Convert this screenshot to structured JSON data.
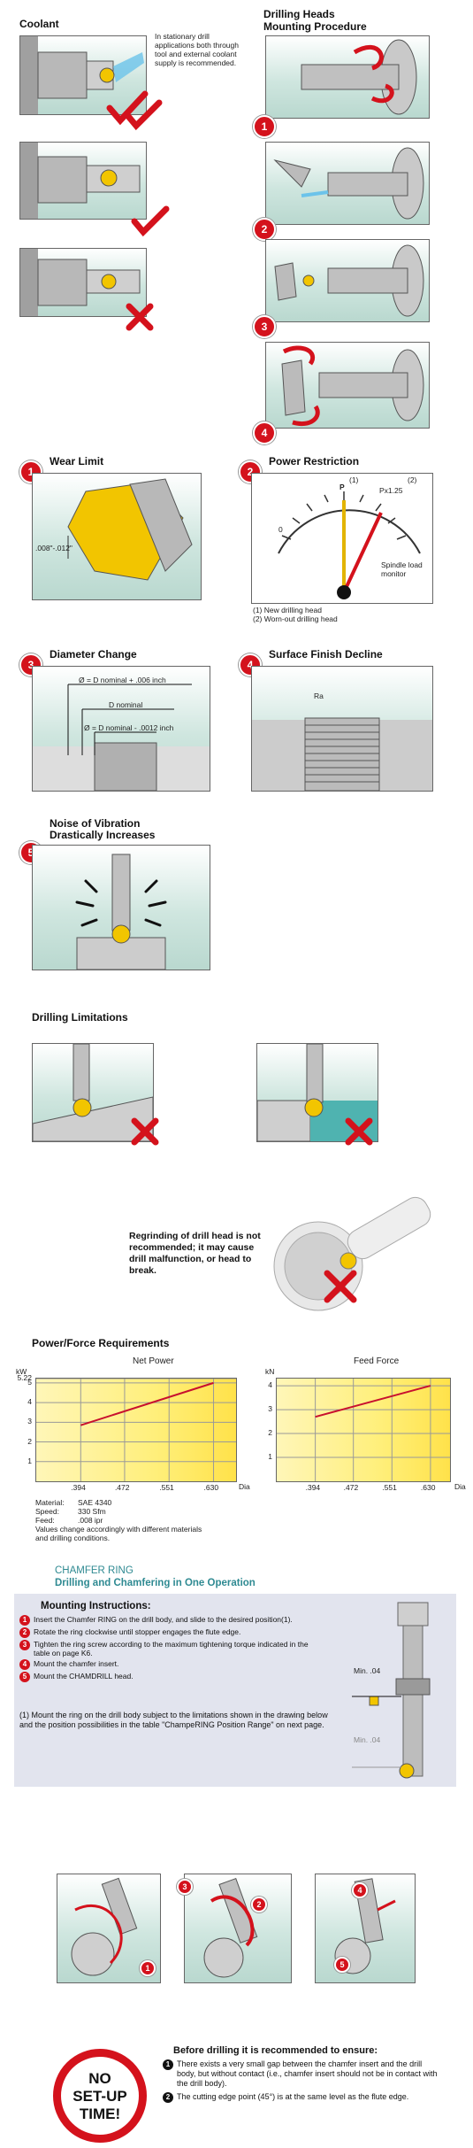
{
  "coolant": {
    "title": "Coolant",
    "note": "In stationary drill applications both through tool and external coolant supply is recommended."
  },
  "mounting": {
    "title_line1": "Drilling Heads",
    "title_line2": "Mounting Procedure",
    "steps": [
      "1",
      "2",
      "3",
      "4"
    ]
  },
  "wear": {
    "num": "1",
    "title": "Wear Limit",
    "dim": ".008\"-.012\""
  },
  "power": {
    "num": "2",
    "title": "Power Restriction",
    "gauge_zero": "0",
    "gauge_p": "P",
    "gauge_mark1": "(1)",
    "gauge_mark2": "(2)",
    "gauge_px": "Px1.25",
    "monitor_label": "Spindle load monitor",
    "legend1": "(1) New drilling head",
    "legend2": "(2) Worn-out drilling head"
  },
  "diameter": {
    "num": "3",
    "title": "Diameter Change",
    "line1": "Ø = D nominal + .006 inch",
    "line2": "D nominal",
    "line3": "Ø = D nominal - .0012 inch"
  },
  "surface": {
    "num": "4",
    "title": "Surface Finish Decline",
    "ra": "Ra"
  },
  "noise": {
    "num": "5",
    "title_line1": "Noise of Vibration",
    "title_line2": "Drastically Increases"
  },
  "limitations": {
    "title": "Drilling Limitations"
  },
  "regrind": {
    "text": "Regrinding of drill head is not recommended; it may cause drill malfunction, or head to break."
  },
  "power_req": {
    "title": "Power/Force Requirements"
  },
  "chart_data": [
    {
      "type": "line",
      "title": "Net Power",
      "ylabel": "kW",
      "xlabel": "Dia",
      "x_ticks": [
        ".394",
        ".472",
        ".551",
        ".630"
      ],
      "y_ticks": [
        "1",
        "2",
        "3",
        "4",
        "5",
        "5.22"
      ],
      "ylim": [
        0,
        5.22
      ],
      "xlim": [
        0.315,
        0.67
      ],
      "series": [
        {
          "x": [
            0.394,
            0.63
          ],
          "y": [
            2.85,
            5.0
          ]
        }
      ]
    },
    {
      "type": "line",
      "title": "Feed Force",
      "ylabel": "kN",
      "xlabel": "Dia",
      "x_ticks": [
        ".394",
        ".472",
        ".551",
        ".630"
      ],
      "y_ticks": [
        "1",
        "2",
        "3",
        "4"
      ],
      "ylim": [
        0,
        4.3
      ],
      "xlim": [
        0.315,
        0.67
      ],
      "series": [
        {
          "x": [
            0.394,
            0.63
          ],
          "y": [
            2.7,
            4.0
          ]
        }
      ]
    }
  ],
  "material": {
    "rows": [
      {
        "k": "Material:",
        "v": "SAE 4340"
      },
      {
        "k": "Speed:",
        "v": "330 Sfm"
      },
      {
        "k": "Feed:",
        "v": ".008 ipr"
      }
    ],
    "note": "Values change accordingly with different materials and drilling conditions."
  },
  "chamfer": {
    "title": "CHAMFER RING",
    "subtitle": "Drilling and Chamfering in One Operation",
    "mi_title": "Mounting Instructions:",
    "items": [
      {
        "n": "1",
        "text": "Insert the Chamfer RING on the drill body, and slide to the desired position(1)."
      },
      {
        "n": "2",
        "text": "Rotate the ring clockwise until stopper engages the flute edge."
      },
      {
        "n": "3",
        "text": "Tighten the ring screw according to the maximum tightening torque indicated in the table on page K6."
      },
      {
        "n": "4",
        "text": "Mount the chamfer insert."
      },
      {
        "n": "5",
        "text": "Mount the CHAMDRILL head."
      }
    ],
    "footnote": "(1) Mount the ring on the drill body subject to the limitations shown in the drawing below and the position possibilities in the table \"ChampeRING Position Range\" on next page.",
    "min1": "Min. .04",
    "min2": "Min. .04"
  },
  "nosetup": {
    "line1": "NO",
    "line2": "SET-UP",
    "line3": "TIME!"
  },
  "before": {
    "title": "Before drilling it is recommended to ensure:",
    "items": [
      {
        "n": "1",
        "text": "There exists a very small gap between the chamfer insert and the drill body, but without contact (i.e., chamfer insert should not be in contact with the drill body)."
      },
      {
        "n": "2",
        "text": "The cutting edge point (45°) is at the same level as the flute edge."
      }
    ]
  },
  "colors": {
    "red": "#d4121c",
    "teal": "#2f8a92",
    "chart_line": "#c8102e",
    "chart_bg": "#ffef7a"
  }
}
